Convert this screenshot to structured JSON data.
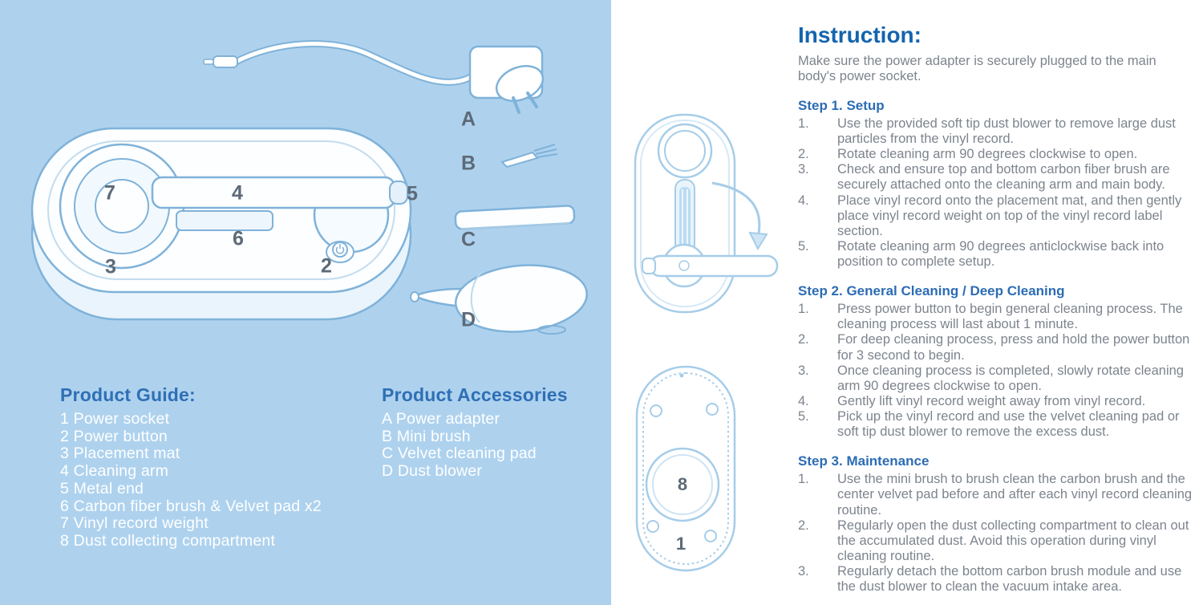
{
  "colors": {
    "left_panel_bg": "#aed2ee",
    "section_heading_blue": "#2f6fb5",
    "instruction_heading_blue": "#1464ae",
    "step_heading_blue": "#2c6cb4",
    "body_text_gray": "#7d848d",
    "diagram_label_gray": "#5d6a77",
    "line_art_blue_left": "#7fb2d9",
    "line_art_blue_right": "#a6cde9",
    "list_text_white": "#ffffff"
  },
  "left_panel": {
    "diagram_labels": {
      "main": [
        "7",
        "4",
        "5",
        "6",
        "3",
        "2"
      ],
      "accessories": [
        "A",
        "B",
        "C",
        "D"
      ]
    },
    "product_guide": {
      "title": "Product Guide:",
      "items": [
        "1 Power socket",
        "2 Power button",
        "3 Placement mat",
        "4 Cleaning arm",
        "5 Metal end",
        "6 Carbon fiber brush & Velvet pad x2",
        "7 Vinyl record weight",
        "8 Dust collecting compartment"
      ]
    },
    "product_accessories": {
      "title": "Product Accessories",
      "items": [
        "A Power adapter",
        "B Mini brush",
        "C Velvet cleaning pad",
        "D Dust blower"
      ]
    }
  },
  "instruction": {
    "title": "Instruction:",
    "intro": "Make sure the power adapter is securely plugged to the main body's power socket.",
    "diagram_labels": {
      "dust_compartment": "8",
      "power_socket": "1"
    },
    "steps": [
      {
        "title": "Step 1. Setup",
        "items": [
          {
            "num": "1.",
            "text": "Use the provided soft tip dust blower to remove large dust particles from the vinyl record."
          },
          {
            "num": "2.",
            "text": "Rotate cleaning arm 90 degrees clockwise to open."
          },
          {
            "num": "3.",
            "text": "Check and ensure top and bottom carbon fiber brush are securely attached onto the cleaning arm and main body."
          },
          {
            "num": "4.",
            "text": "Place vinyl record onto the placement mat, and then gently place vinyl record weight on top of the vinyl record label section."
          },
          {
            "num": "5.",
            "text": "Rotate cleaning arm 90 degrees anticlockwise back into position to complete setup."
          }
        ]
      },
      {
        "title": "Step 2. General Cleaning / Deep Cleaning",
        "items": [
          {
            "num": "1.",
            "text": "Press power button to begin general cleaning process. The cleaning process will last about 1 minute."
          },
          {
            "num": "2.",
            "text": "For deep cleaning process, press and hold the power button for 3 second to begin."
          },
          {
            "num": "3.",
            "text": "Once cleaning process is completed, slowly rotate cleaning arm 90 degrees clockwise to open."
          },
          {
            "num": "4.",
            "text": "Gently lift vinyl record weight away from vinyl record."
          },
          {
            "num": "5.",
            "text": "Pick up the vinyl record and use the velvet cleaning pad or soft tip dust blower to remove the excess dust."
          }
        ]
      },
      {
        "title": "Step 3. Maintenance",
        "items": [
          {
            "num": "1.",
            "text": "Use the mini brush to brush clean the carbon brush and the center velvet pad before and after each vinyl record cleaning routine."
          },
          {
            "num": "2.",
            "text": "Regularly open the dust collecting compartment to clean out the accumulated dust. Avoid this operation during vinyl cleaning routine."
          },
          {
            "num": "3.",
            "text": "Regularly detach the bottom carbon brush module and use the dust blower to clean the vacuum intake area."
          }
        ]
      }
    ]
  }
}
